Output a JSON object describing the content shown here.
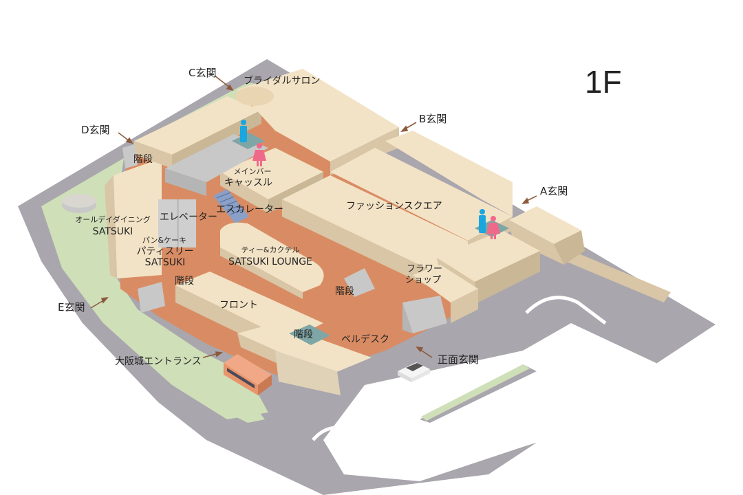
{
  "floor_label": "1F",
  "entrances": {
    "c": "C玄関",
    "b": "B玄関",
    "d": "D玄関",
    "a": "A玄関",
    "e": "E玄関",
    "osaka_castle": "大阪城エントランス",
    "main": "正面玄関"
  },
  "areas": {
    "bridal_salon": "ブライダルサロン",
    "member_bar_line1": "メインバー",
    "member_bar_line2": "キャッスル",
    "fashion_square": "ファッションスクエア",
    "escalator": "エスカレーター",
    "elevator": "エレベーター",
    "dining_line1": "オールデイダイニング",
    "dining_line2": "SATSUKI",
    "patisserie_line1": "パン&ケーキ",
    "patisserie_line2": "パティスリー",
    "patisserie_line3": "SATSUKI",
    "lounge_line1": "ティー&カクテル",
    "lounge_line2": "SATSUKI LOUNGE",
    "flower_line1": "フラワー",
    "flower_line2": "ショップ",
    "front": "フロント",
    "bell_desk": "ベルデスク",
    "stairs_1": "階段",
    "stairs_2": "階段",
    "stairs_3": "階段",
    "stairs_4": "階段"
  },
  "colors": {
    "road": "#a9a6ad",
    "green": "#cfdfb8",
    "floor": "#d98c63",
    "building_top": "#f3e3c6",
    "building_side": "#d8c6a6",
    "building_dark": "#c9b796",
    "grey_block": "#c8c8c8",
    "stairs_teal": "#7fa6a6",
    "male_icon": "#1aa6de",
    "female_icon": "#ef6a8a",
    "bus": "#e9946a",
    "arrow": "#8b5a3c"
  }
}
